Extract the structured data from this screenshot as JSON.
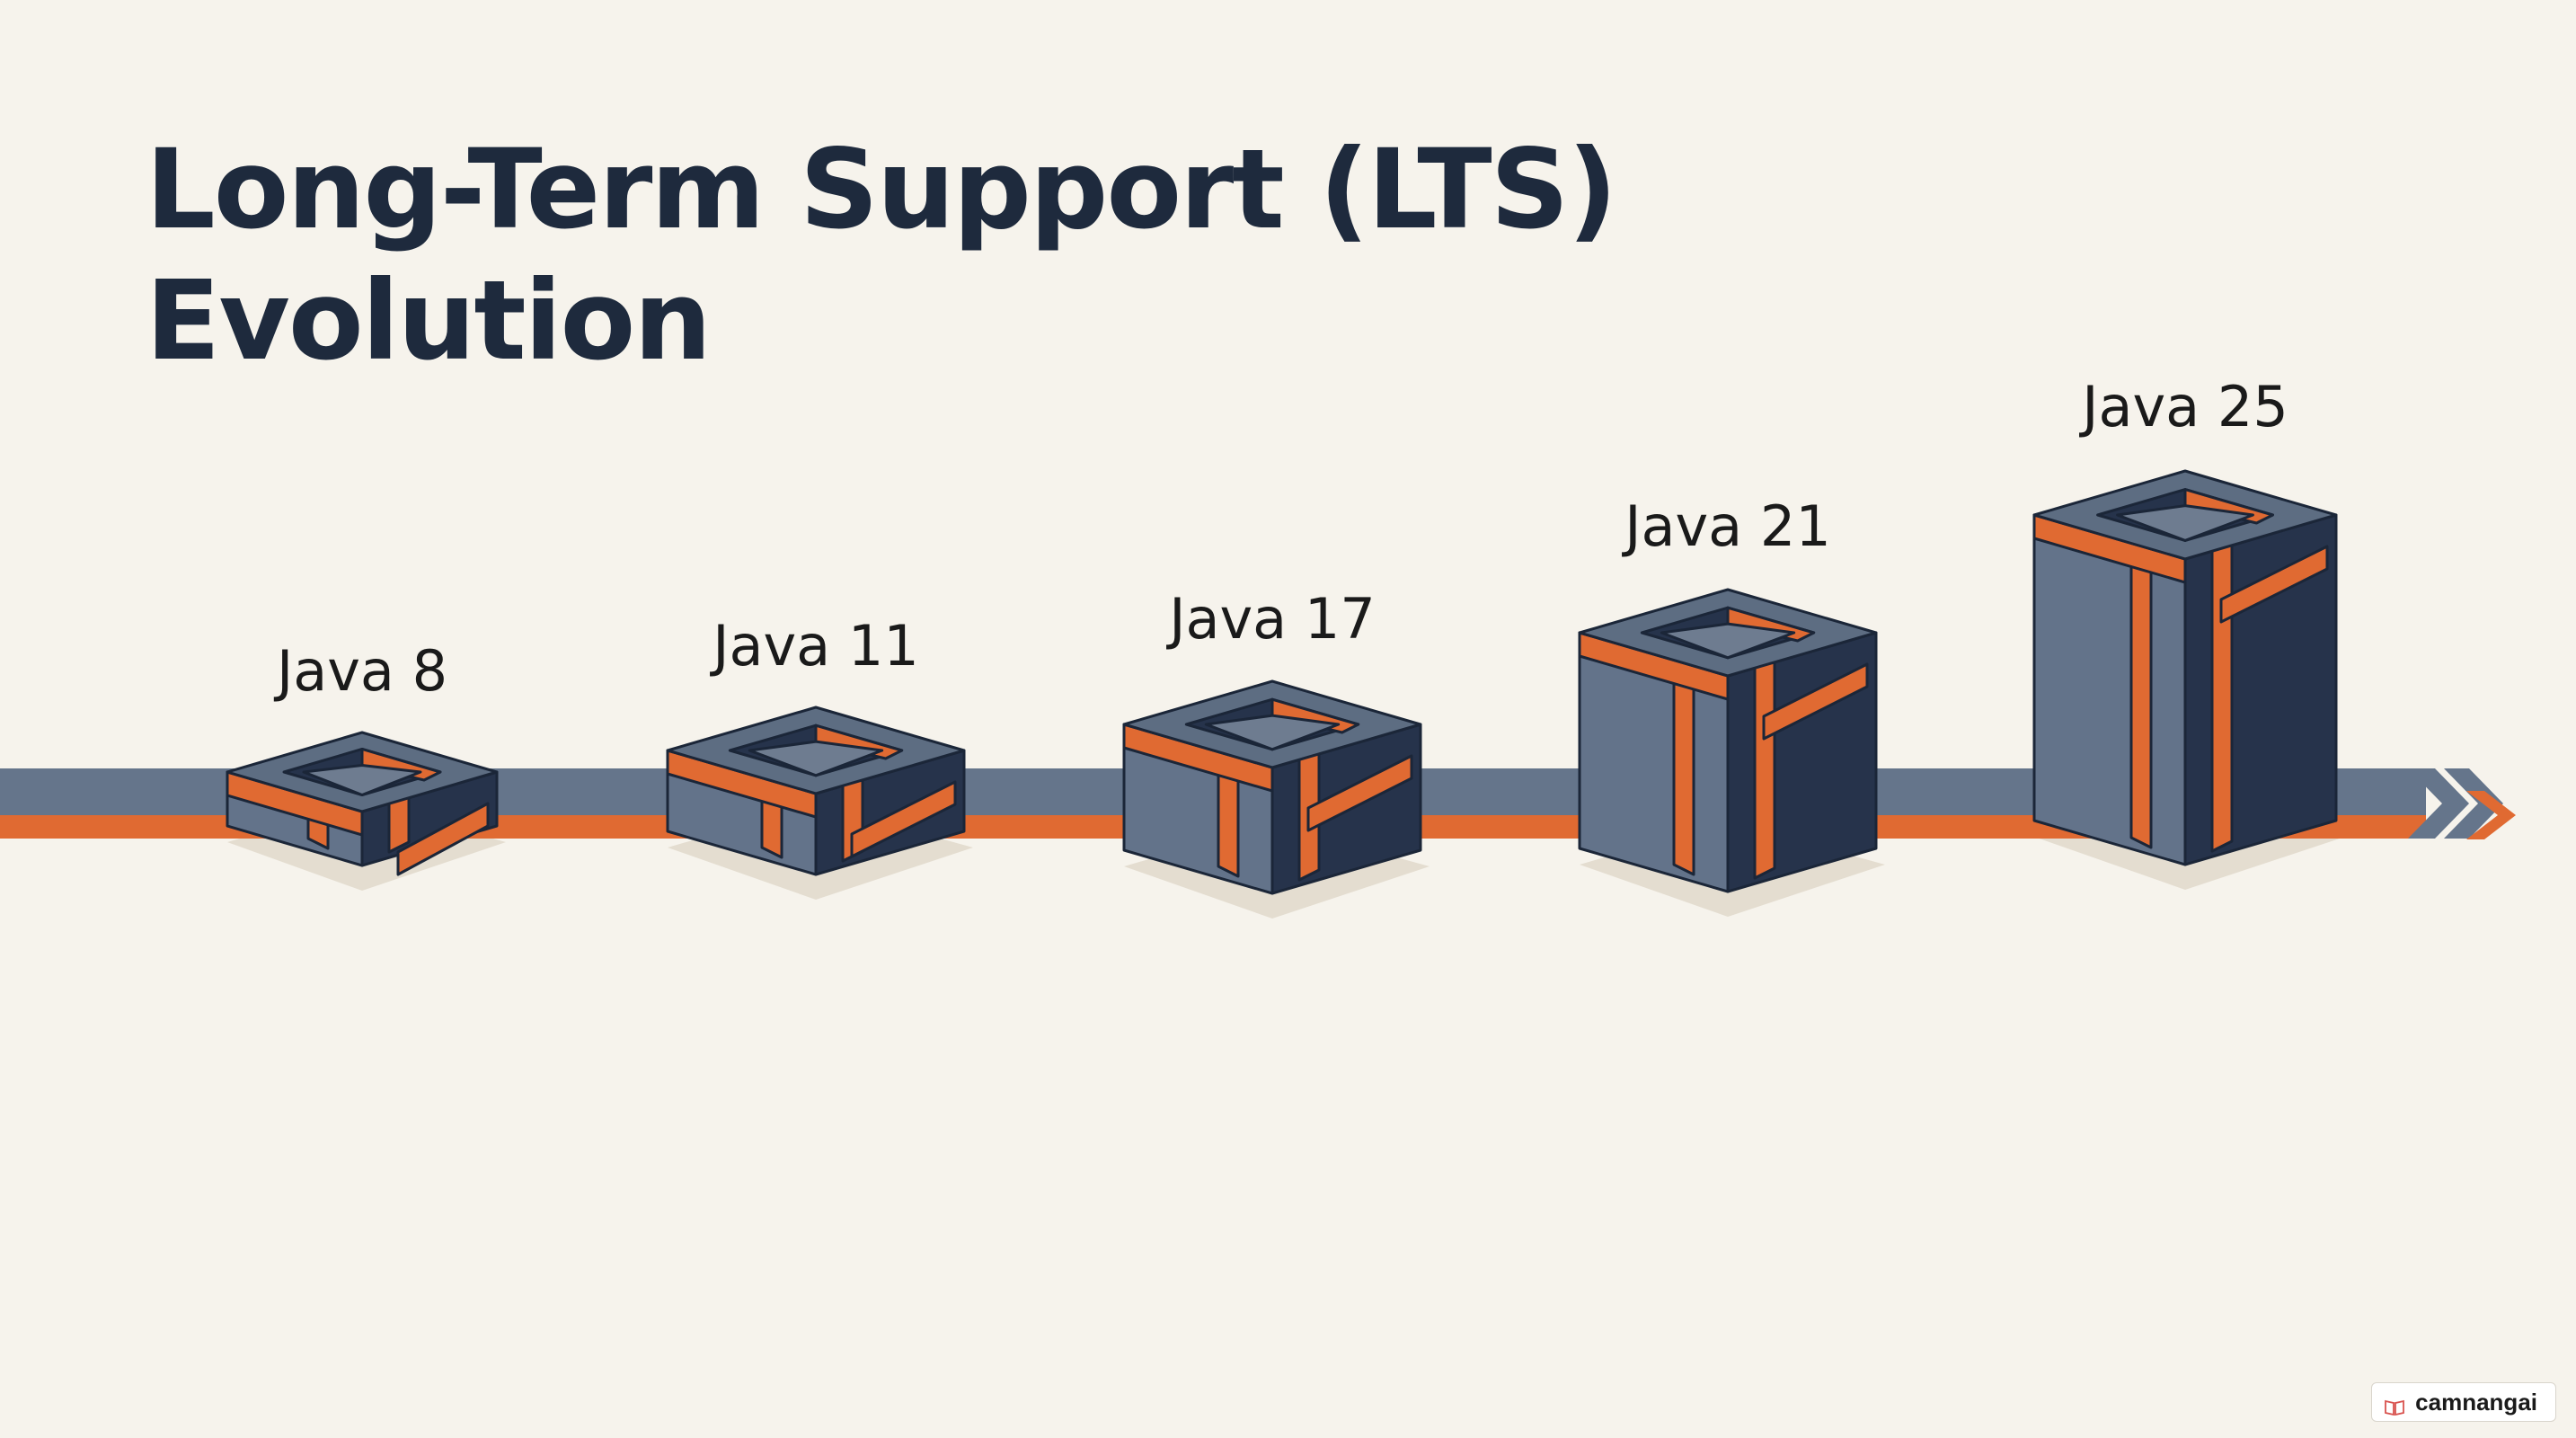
{
  "title": {
    "line1": "Long-Term Support (LTS)",
    "line2": "Evolution"
  },
  "versions": [
    {
      "label": "Java 8",
      "height_level": 1
    },
    {
      "label": "Java 11",
      "height_level": 2
    },
    {
      "label": "Java 17",
      "height_level": 3
    },
    {
      "label": "Java 21",
      "height_level": 4
    },
    {
      "label": "Java 25",
      "height_level": 5
    }
  ],
  "colors": {
    "background": "#f6f3ec",
    "title": "#1e2a3d",
    "block_top": "#5d6d82",
    "block_left": "#63738a",
    "block_right": "#26334b",
    "block_inner": "#6e7c90",
    "accent": "#e06a32",
    "track": "#65758b",
    "shadow": "#e4ddd0"
  },
  "watermark": {
    "text": "camnangai",
    "icon": "book-icon"
  }
}
